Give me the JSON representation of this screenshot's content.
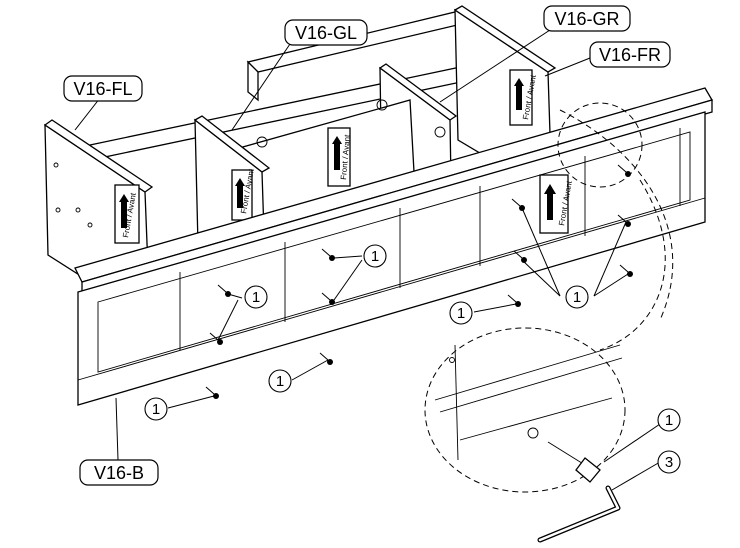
{
  "part_labels": {
    "fl": "V16-FL",
    "gl": "V16-GL",
    "gr": "V16-GR",
    "fr": "V16-FR",
    "b": "V16-B"
  },
  "callouts": {
    "screw": "1",
    "hex_key": "3"
  },
  "panel_tag": "Front / Avant"
}
